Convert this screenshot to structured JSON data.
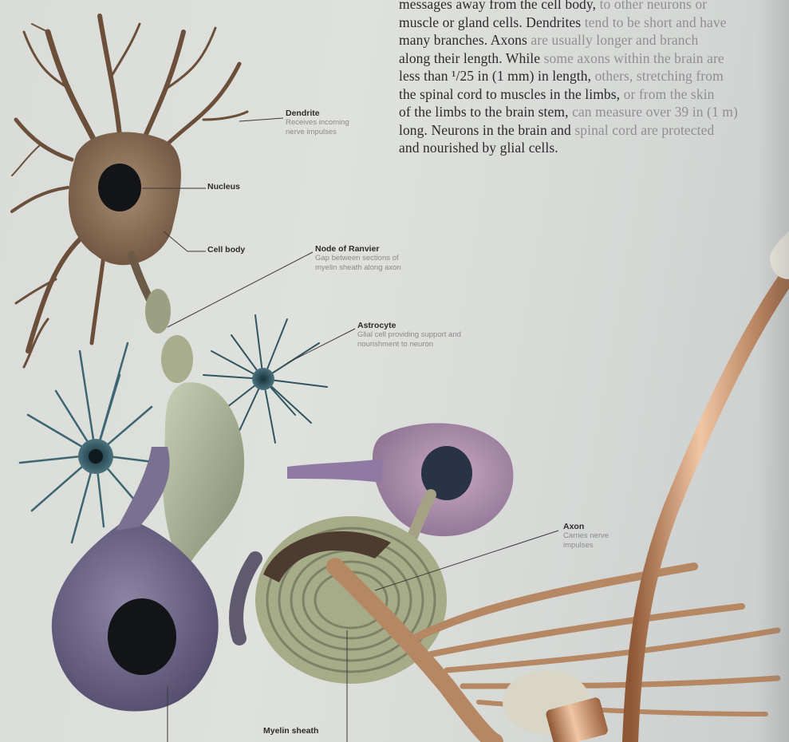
{
  "body_text": {
    "lines": [
      {
        "main": "messages away from the cell body,",
        "faint": " to other neurons or"
      },
      {
        "main": "muscle or gland cells. Dendrites",
        "faint": " tend to be short and have"
      },
      {
        "main": "many branches. Axons",
        "faint": " are usually longer and branch"
      },
      {
        "main": "along their length. While",
        "faint": " some axons within the brain are"
      },
      {
        "main": "less than ¹/25 in (1 mm) in length,",
        "faint": " others, stretching from"
      },
      {
        "main": "the spinal cord to muscles in the limbs,",
        "faint": " or from the skin"
      },
      {
        "main": "of the limbs to the brain stem,",
        "faint": " can measure over 39 in (1 m)"
      },
      {
        "main": "long. Neurons in the brain and",
        "faint": " spinal cord are protected"
      },
      {
        "main": "and nourished by glial cells.",
        "faint": ""
      }
    ]
  },
  "labels": {
    "dendrite": {
      "title": "Dendrite",
      "desc1": "Receives incoming",
      "desc2": "nerve impulses"
    },
    "nucleus": {
      "title": "Nucleus"
    },
    "cell_body": {
      "title": "Cell body"
    },
    "node_of_ranvier": {
      "title": "Node of Ranvier",
      "desc1": "Gap between sections of",
      "desc2": "myelin sheath along axon"
    },
    "astrocyte": {
      "title": "Astrocyte",
      "desc1": "Glial cell providing support and",
      "desc2": "nourishment to neuron"
    },
    "axon": {
      "title": "Axon",
      "desc1": "Carries nerve",
      "desc2": "impulses"
    },
    "myelin_sheath": {
      "title": "Myelin sheath"
    }
  },
  "colors": {
    "neuron": "#8a6a4e",
    "astrocyte": "#2f5560",
    "purple_cell": "#6f5f84",
    "myelin": "#a9ad8c",
    "copper": "#c48a62"
  }
}
